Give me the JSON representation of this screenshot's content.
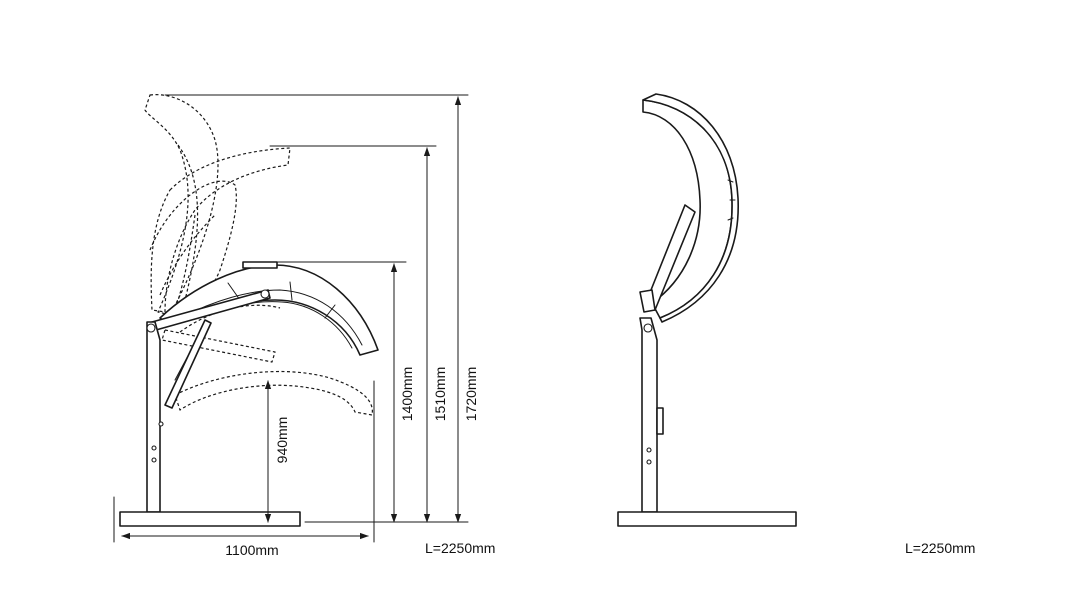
{
  "dimensions": {
    "height_940": "940mm",
    "height_1400": "1400mm",
    "height_1510": "1510mm",
    "height_1720": "1720mm",
    "width_1100": "1100mm"
  },
  "left_view": {
    "length_label": "L=2250mm"
  },
  "right_view": {
    "length_label": "L=2250mm"
  },
  "colors": {
    "line": "#1a1a1a",
    "background": "#ffffff"
  }
}
